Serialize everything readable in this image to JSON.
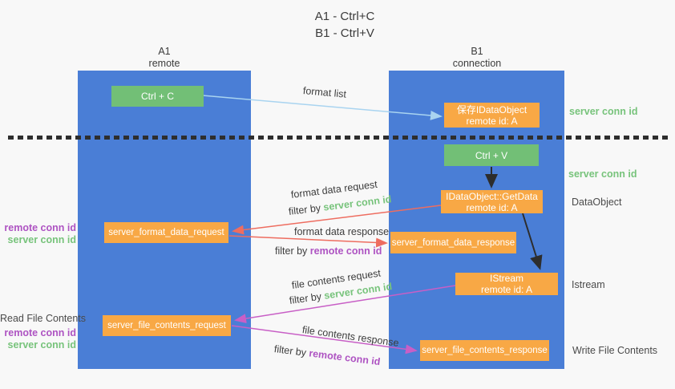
{
  "title": {
    "line1": "A1 - Ctrl+C",
    "line2": "B1 - Ctrl+V"
  },
  "lanes": {
    "a1": {
      "title": "A1",
      "subtitle": "remote"
    },
    "b1": {
      "title": "B1",
      "subtitle": "connection"
    }
  },
  "nodes": {
    "ctrl_c": {
      "label": "Ctrl + C"
    },
    "save_idataobject": {
      "line1": "保存IDataObject",
      "line2": "remote id: A"
    },
    "ctrl_v": {
      "label": "Ctrl + V"
    },
    "getdata": {
      "line1": "IDataObject::GetData",
      "line2": "remote id: A"
    },
    "format_request": {
      "label": "server_format_data_request"
    },
    "format_response": {
      "label": "server_format_data_response"
    },
    "istream": {
      "line1": "IStream",
      "line2": "remote id: A"
    },
    "file_request": {
      "label": "server_file_contents_request"
    },
    "file_response": {
      "label": "server_file_contents_response"
    }
  },
  "arrows": {
    "format_list": {
      "label": "format list"
    },
    "format_data_request": {
      "label": "format data request",
      "filter_prefix": "filter by ",
      "filter_key": "server conn id"
    },
    "format_data_response": {
      "label": "format data response",
      "filter_prefix": "filter by ",
      "filter_key": "remote conn id"
    },
    "file_contents_request": {
      "label": "file contents request",
      "filter_prefix": "filter by ",
      "filter_key": "server conn id"
    },
    "file_contents_response": {
      "label": "file contents response",
      "filter_prefix": "filter by ",
      "filter_key": "remote conn id"
    }
  },
  "annotations": {
    "right": {
      "server_conn_id_1": "server conn id",
      "server_conn_id_2": "server conn id",
      "dataobject": "DataObject",
      "istream": "Istream",
      "write_file_contents": "Write File Contents"
    },
    "left": {
      "remote_conn_id_1": "remote conn id",
      "server_conn_id_1": "server conn id",
      "read_file_contents": "Read File Contents",
      "remote_conn_id_2": "remote conn id",
      "server_conn_id_2": "server conn id"
    }
  },
  "colors": {
    "lane_blue": "#4a7ed6",
    "box_green": "#72bf76",
    "box_orange": "#f8a845",
    "text_green": "#77c37b",
    "text_purple": "#ae53c2",
    "arrow_red": "#ee6d60",
    "arrow_magenta": "#c85fc6",
    "arrow_lightblue": "#a9d4f0",
    "arrow_black": "#2d2d2d",
    "background": "#f8f8f8"
  }
}
